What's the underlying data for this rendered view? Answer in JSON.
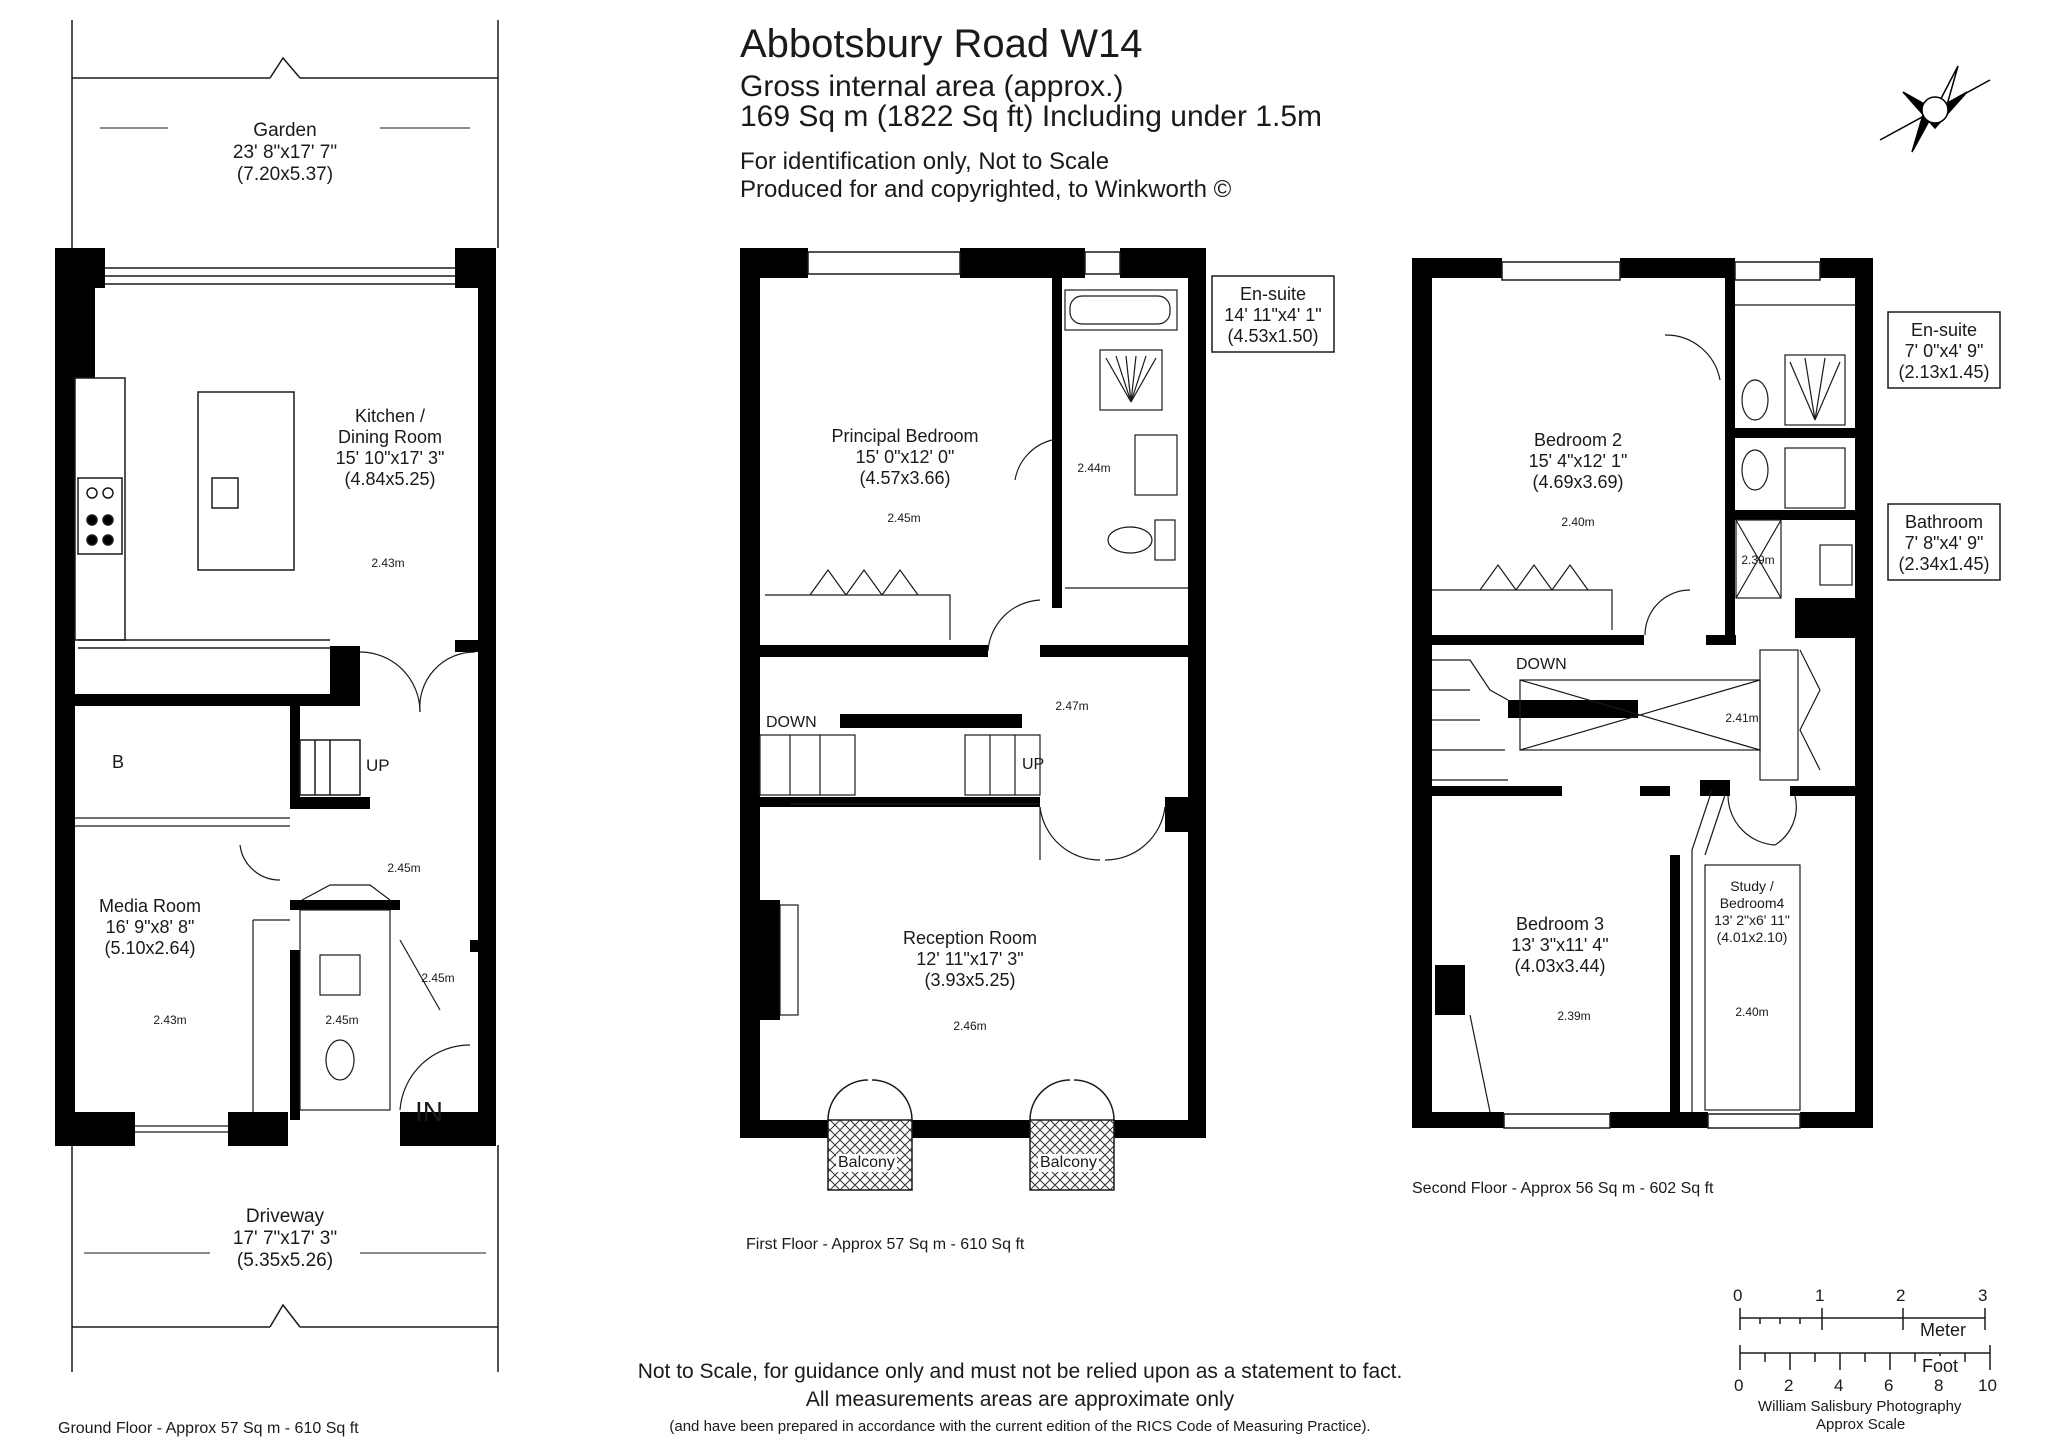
{
  "header": {
    "title": "Abbotsbury Road W14",
    "line1": "Gross internal area (approx.)",
    "line2": "169 Sq m (1822 Sq ft) Including under 1.5m",
    "line3": "For identification only, Not to Scale",
    "line4": "Produced for and copyrighted, to Winkworth ©"
  },
  "ground_floor": {
    "garden": {
      "name": "Garden",
      "imperial": "23' 8\"x17' 7\"",
      "metric": "(7.20x5.37)"
    },
    "kitchen": {
      "name1": "Kitchen /",
      "name2": "Dining Room",
      "imperial": "15' 10\"x17' 3\"",
      "metric": "(4.84x5.25)",
      "height": "2.43m"
    },
    "boiler": "B",
    "up": "UP",
    "hall_height": "2.45m",
    "hall2_height": "2.45m",
    "wc_height": "2.45m",
    "media": {
      "name": "Media Room",
      "imperial": "16' 9\"x8' 8\"",
      "metric": "(5.10x2.64)",
      "height": "2.43m"
    },
    "entrance": "IN",
    "driveway": {
      "name": "Driveway",
      "imperial": "17' 7\"x17' 3\"",
      "metric": "(5.35x5.26)"
    },
    "caption": "Ground Floor - Approx 57 Sq m - 610 Sq ft"
  },
  "first_floor": {
    "principal": {
      "name": "Principal Bedroom",
      "imperial": "15' 0\"x12' 0\"",
      "metric": "(4.57x3.66)",
      "height": "2.45m"
    },
    "ensuite": {
      "name": "En-suite",
      "imperial": "14' 11\"x4' 1\"",
      "metric": "(4.53x1.50)",
      "height": "2.44m"
    },
    "landing_height": "2.47m",
    "down": "DOWN",
    "up": "UP",
    "reception": {
      "name": "Reception Room",
      "imperial": "12' 11\"x17' 3\"",
      "metric": "(3.93x5.25)",
      "height": "2.46m"
    },
    "balcony_left": "Balcony",
    "balcony_right": "Balcony",
    "caption": "First Floor - Approx 57 Sq m - 610 Sq ft"
  },
  "second_floor": {
    "bedroom2": {
      "name": "Bedroom 2",
      "imperial": "15' 4\"x12' 1\"",
      "metric": "(4.69x3.69)",
      "height": "2.40m"
    },
    "ensuite": {
      "name": "En-suite",
      "imperial": "7' 0\"x4' 9\"",
      "metric": "(2.13x1.45)"
    },
    "bathroom": {
      "name": "Bathroom",
      "imperial": "7' 8\"x4' 9\"",
      "metric": "(2.34x1.45)",
      "height": "2.39m"
    },
    "down": "DOWN",
    "landing_height": "2.41m",
    "bedroom3": {
      "name": "Bedroom 3",
      "imperial": "13' 3\"x11' 4\"",
      "metric": "(4.03x3.44)",
      "height": "2.39m"
    },
    "study": {
      "name1": "Study /",
      "name2": "Bedroom4",
      "imperial": "13' 2\"x6' 11\"",
      "metric": "(4.01x2.10)",
      "height": "2.40m"
    },
    "caption": "Second Floor - Approx 56 Sq m - 602 Sq ft"
  },
  "disclaimer": {
    "line1": "Not to Scale, for guidance only and must not be relied upon as a statement to fact.",
    "line2": "All measurements areas are approximate only",
    "line3": "(and have been prepared in accordance with the current edition of the RICS Code of Measuring Practice)."
  },
  "scale": {
    "meter_label": "Meter",
    "meter_ticks": [
      "0",
      "1",
      "2",
      "3"
    ],
    "foot_label": "Foot",
    "foot_ticks": [
      "0",
      "2",
      "4",
      "6",
      "8",
      "10"
    ],
    "credit1": "William Salisbury Photography",
    "credit2": "Approx Scale"
  },
  "colors": {
    "wall": "#000000",
    "line": "#1a1a1a",
    "thin": "#555555"
  }
}
